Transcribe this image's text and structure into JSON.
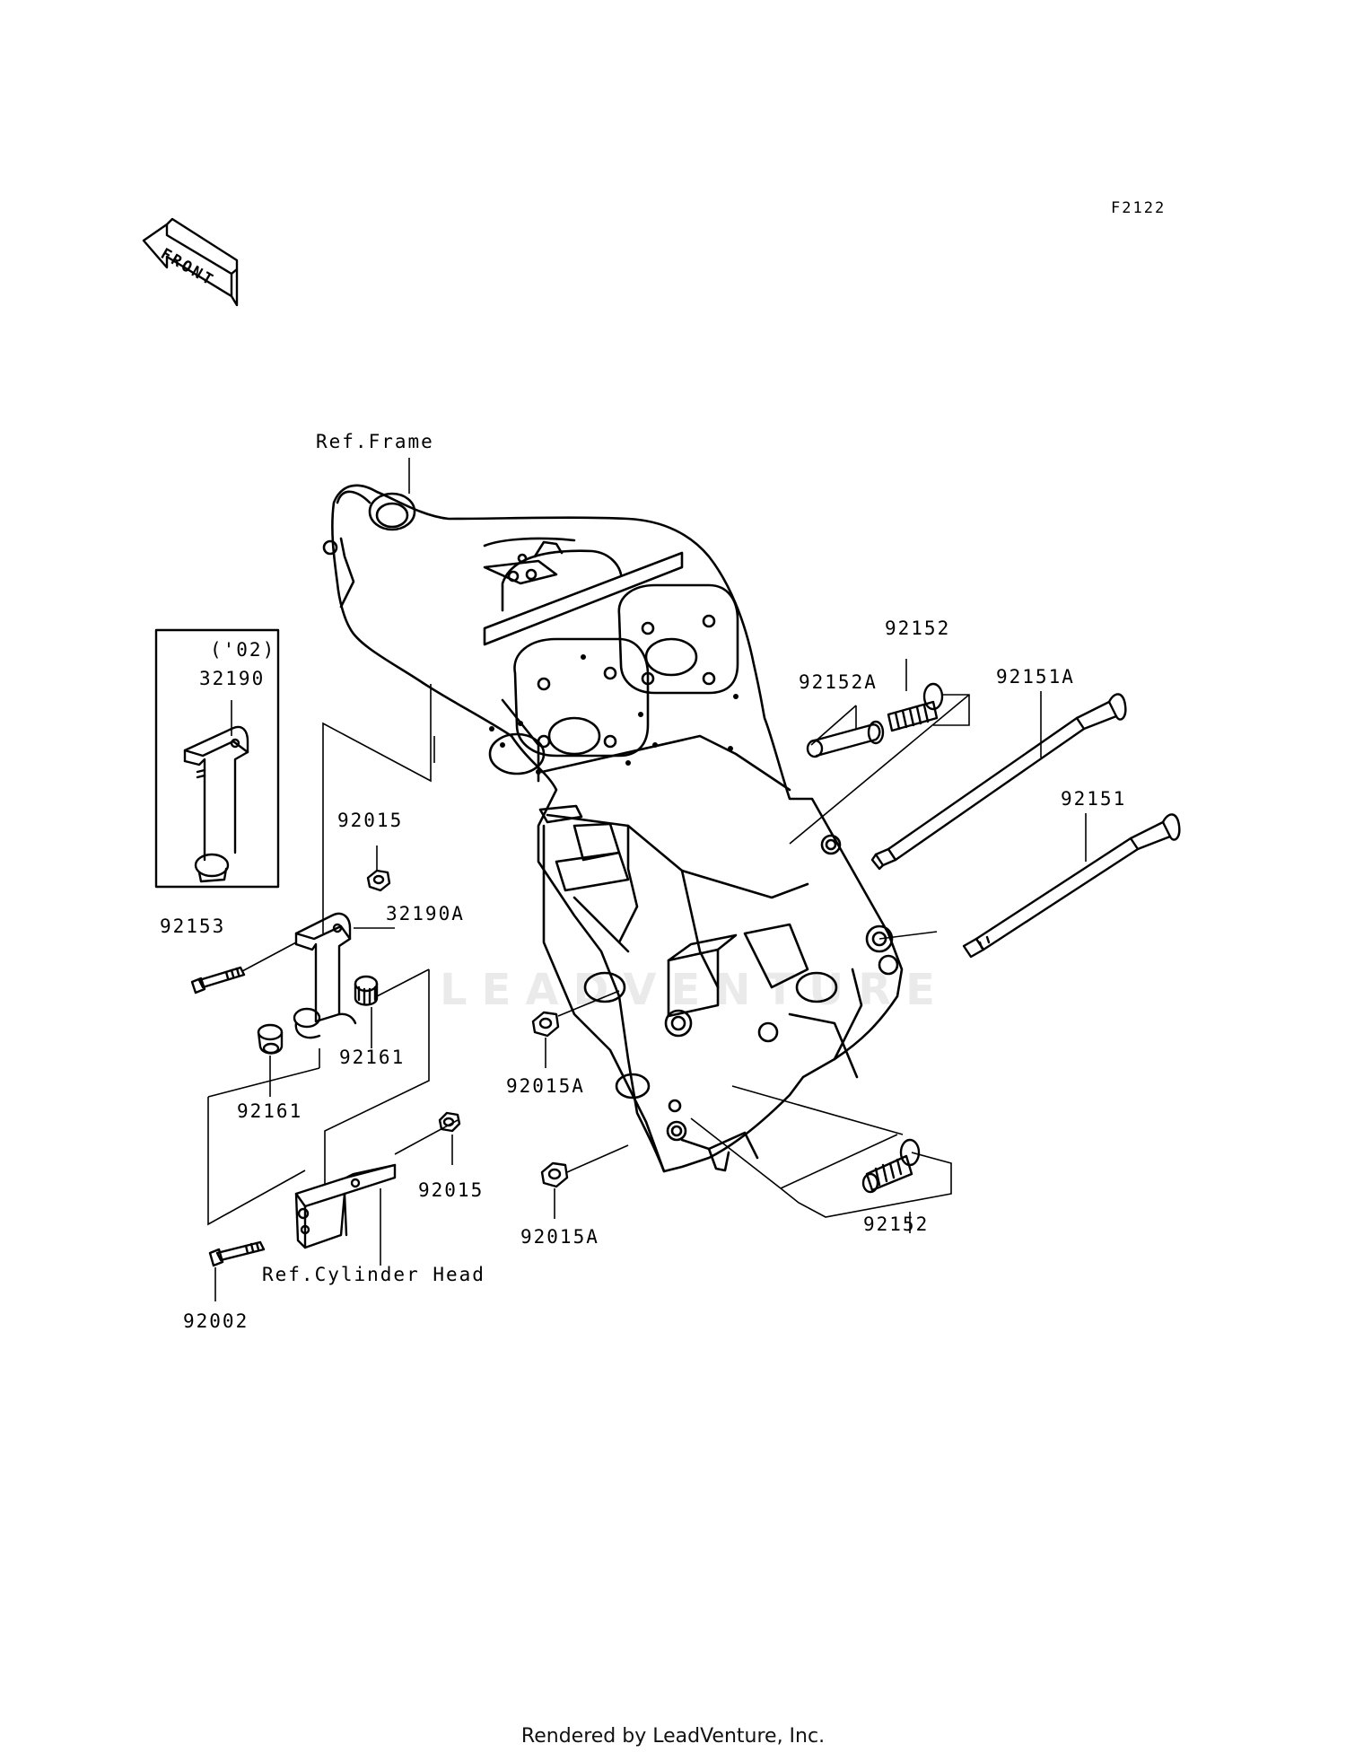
{
  "diagram": {
    "code": "F2122",
    "front_label": "FRONT",
    "watermark": "LEADVENTURE",
    "footer": "Rendered by LeadVenture, Inc."
  },
  "callouts": {
    "ref_frame": "Ref.Frame",
    "variant_year": "('02)",
    "p32190": "32190",
    "p92015_top": "92015",
    "p32190a": "32190A",
    "p92153": "92153",
    "p92161_right": "92161",
    "p92161_left": "92161",
    "p92015_bottom": "92015",
    "ref_cylinder_head": "Ref.Cylinder Head",
    "p92002": "92002",
    "p92015a_upper": "92015A",
    "p92015a_lower": "92015A",
    "p92152_top": "92152",
    "p92152a": "92152A",
    "p92151a": "92151A",
    "p92151": "92151",
    "p92152_bottom": "92152"
  }
}
